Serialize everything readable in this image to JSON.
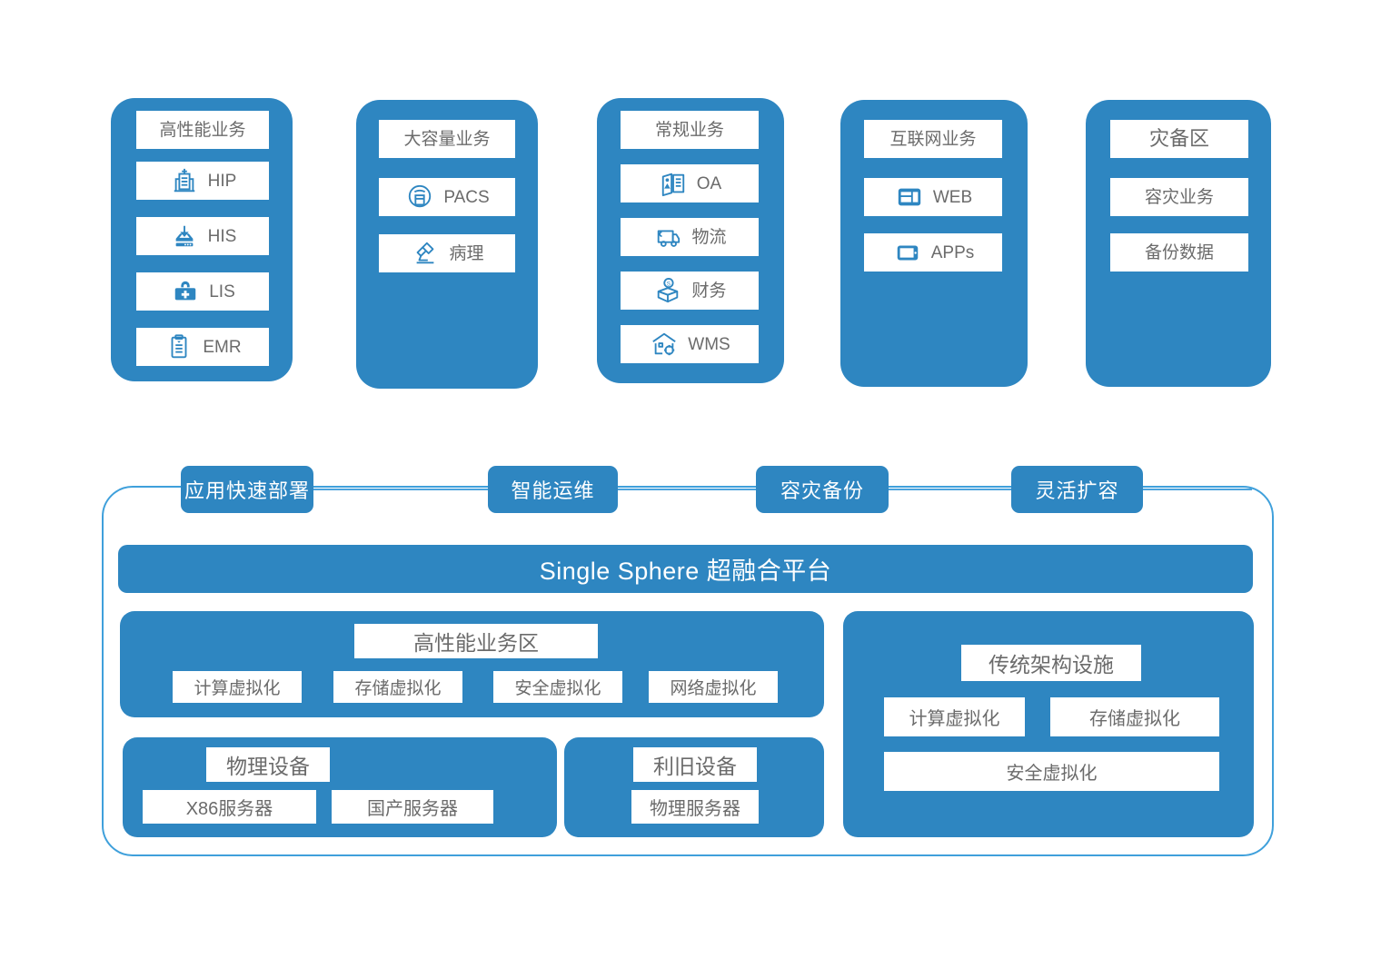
{
  "theme": {
    "brand_blue": "#2E86C1",
    "outline_blue": "#3FA0DB",
    "connector_blue": "#4BA3DD",
    "chip_text": "#6b6b6b",
    "chip_bg": "#ffffff",
    "page_bg": "#ffffff"
  },
  "top_columns": [
    {
      "header": "高性能业务",
      "items": [
        {
          "icon": "hospital-building-icon",
          "label": "HIP"
        },
        {
          "icon": "inbox-download-icon",
          "label": "HIS"
        },
        {
          "icon": "medical-kit-icon",
          "label": "LIS"
        },
        {
          "icon": "clipboard-record-icon",
          "label": "EMR"
        }
      ]
    },
    {
      "header": "大容量业务",
      "items": [
        {
          "icon": "ct-scanner-icon",
          "label": "PACS"
        },
        {
          "icon": "microscope-icon",
          "label": "病理"
        }
      ]
    },
    {
      "header": "常规业务",
      "items": [
        {
          "icon": "id-document-icon",
          "label": "OA"
        },
        {
          "icon": "delivery-truck-icon",
          "label": "物流"
        },
        {
          "icon": "coin-box-icon",
          "label": "财务"
        },
        {
          "icon": "warehouse-gear-icon",
          "label": "WMS"
        }
      ]
    },
    {
      "header": "互联网业务",
      "items": [
        {
          "icon": "web-layout-icon",
          "label": "WEB"
        },
        {
          "icon": "tablet-icon",
          "label": "APPs"
        }
      ]
    },
    {
      "header": "灾备区",
      "items": [
        {
          "icon": "none",
          "label": "容灾业务"
        },
        {
          "icon": "none",
          "label": "备份数据"
        }
      ]
    }
  ],
  "feature_tags": [
    {
      "label": "应用快速部署"
    },
    {
      "label": "智能运维"
    },
    {
      "label": "容灾备份"
    },
    {
      "label": "灵活扩容"
    }
  ],
  "platform": {
    "title": "Single Sphere  超融合平台"
  },
  "panels": {
    "high_performance": {
      "title": "高性能业务区",
      "items": [
        "计算虚拟化",
        "存储虚拟化",
        "安全虚拟化",
        "网络虚拟化"
      ]
    },
    "physical_device": {
      "title": "物理设备",
      "items": [
        "X86服务器",
        "国产服务器"
      ]
    },
    "reuse_device": {
      "title": "利旧设备",
      "items": [
        "物理服务器"
      ]
    },
    "traditional": {
      "title": "传统架构设施",
      "items": [
        "计算虚拟化",
        "存储虚拟化",
        "安全虚拟化"
      ]
    }
  }
}
